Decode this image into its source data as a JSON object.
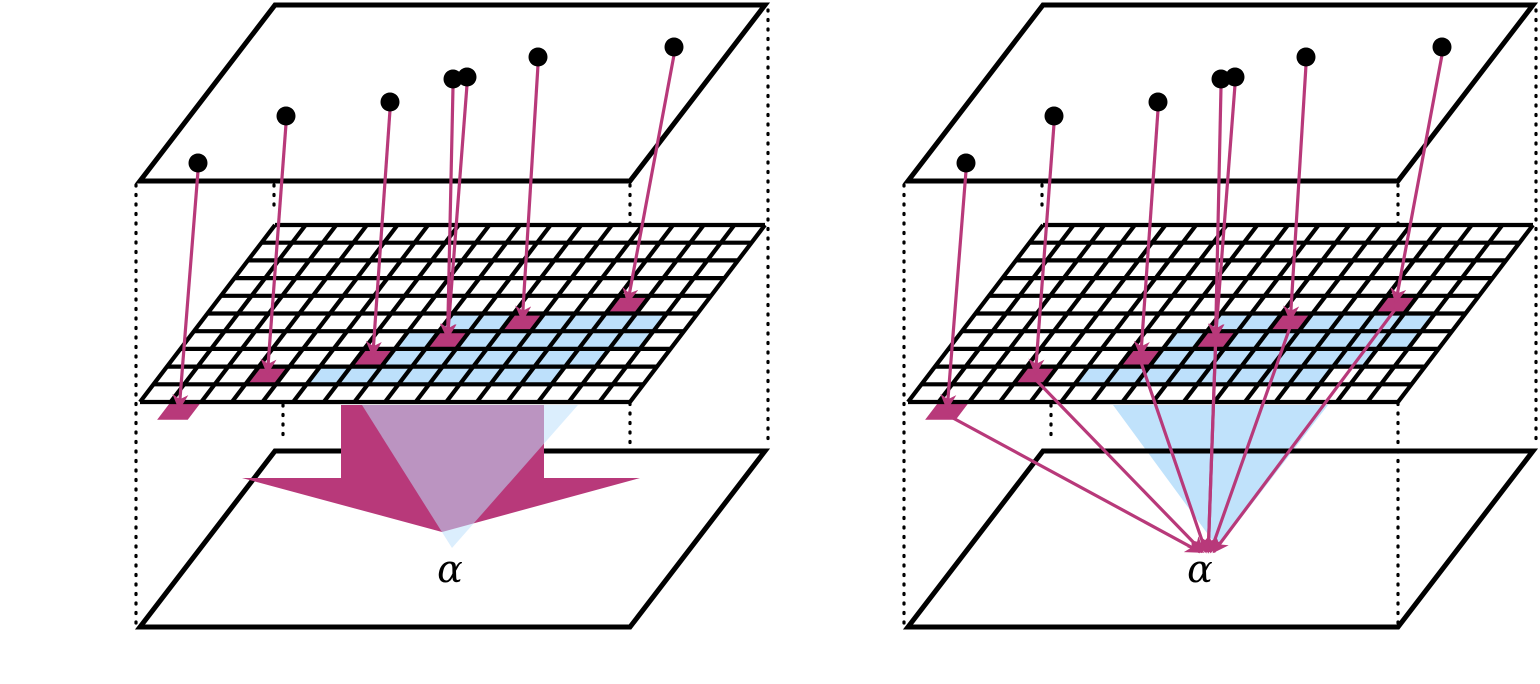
{
  "colors": {
    "stroke": "#000000",
    "arrow": "#b8397a",
    "cell_highlight": "#b8397a",
    "region": "#bde0fb",
    "merge_overlap": "#9680b8",
    "dot": "#000000"
  },
  "panels": [
    {
      "id": "left",
      "mode": "single-wide-arrow",
      "output_label": "α",
      "shaded_cells": [
        [
          8,
          5
        ],
        [
          9,
          5
        ],
        [
          10,
          5
        ],
        [
          11,
          5
        ],
        [
          12,
          5
        ],
        [
          13,
          5
        ],
        [
          14,
          5
        ],
        [
          7,
          6
        ],
        [
          8,
          6
        ],
        [
          9,
          6
        ],
        [
          10,
          6
        ],
        [
          11,
          6
        ],
        [
          12,
          6
        ],
        [
          13,
          6
        ],
        [
          14,
          6
        ],
        [
          6,
          7
        ],
        [
          7,
          7
        ],
        [
          8,
          7
        ],
        [
          9,
          7
        ],
        [
          10,
          7
        ],
        [
          11,
          7
        ],
        [
          12,
          7
        ],
        [
          13,
          7
        ],
        [
          5,
          8
        ],
        [
          6,
          8
        ],
        [
          7,
          8
        ],
        [
          8,
          8
        ],
        [
          9,
          8
        ],
        [
          10,
          8
        ],
        [
          11,
          8
        ],
        [
          12,
          8
        ]
      ],
      "points": [
        {
          "cell": [
            1,
            10
          ]
        },
        {
          "cell": [
            3,
            8
          ]
        },
        {
          "cell": [
            6,
            7
          ]
        },
        {
          "cell": [
            8,
            6
          ]
        },
        {
          "cell": [
            8,
            6
          ]
        },
        {
          "cell": [
            10,
            5
          ]
        },
        {
          "cell": [
            13,
            4
          ]
        }
      ]
    },
    {
      "id": "right",
      "mode": "multiple-arrows",
      "output_label": "α",
      "shaded_cells": [
        [
          8,
          5
        ],
        [
          9,
          5
        ],
        [
          10,
          5
        ],
        [
          11,
          5
        ],
        [
          12,
          5
        ],
        [
          13,
          5
        ],
        [
          14,
          5
        ],
        [
          7,
          6
        ],
        [
          8,
          6
        ],
        [
          9,
          6
        ],
        [
          10,
          6
        ],
        [
          11,
          6
        ],
        [
          12,
          6
        ],
        [
          13,
          6
        ],
        [
          14,
          6
        ],
        [
          6,
          7
        ],
        [
          7,
          7
        ],
        [
          8,
          7
        ],
        [
          9,
          7
        ],
        [
          10,
          7
        ],
        [
          11,
          7
        ],
        [
          12,
          7
        ],
        [
          13,
          7
        ],
        [
          5,
          8
        ],
        [
          6,
          8
        ],
        [
          7,
          8
        ],
        [
          8,
          8
        ],
        [
          9,
          8
        ],
        [
          10,
          8
        ],
        [
          11,
          8
        ],
        [
          12,
          8
        ]
      ],
      "points": [
        {
          "cell": [
            1,
            10
          ]
        },
        {
          "cell": [
            3,
            8
          ]
        },
        {
          "cell": [
            6,
            7
          ]
        },
        {
          "cell": [
            8,
            6
          ]
        },
        {
          "cell": [
            8,
            6
          ]
        },
        {
          "cell": [
            10,
            5
          ]
        },
        {
          "cell": [
            13,
            4
          ]
        }
      ]
    }
  ]
}
